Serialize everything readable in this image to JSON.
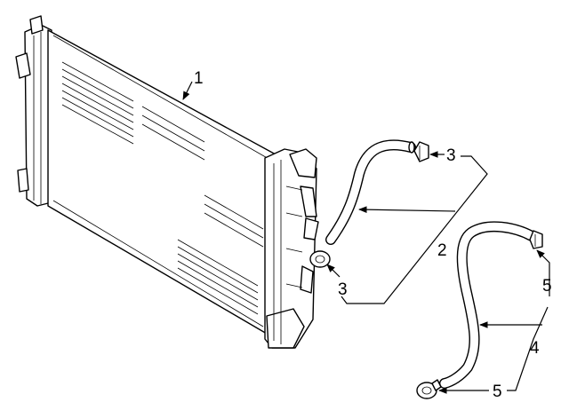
{
  "callouts": {
    "radiator": "1",
    "upper_hose": "2",
    "upper_clamp_top": "3",
    "upper_clamp_bottom": "3",
    "lower_hose": "4",
    "lower_clamp_top": "5",
    "lower_clamp_bottom": "5"
  }
}
